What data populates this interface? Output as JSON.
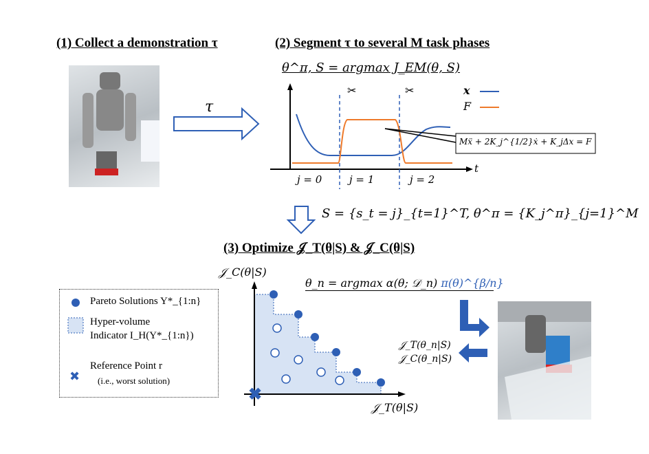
{
  "step1": {
    "title": "(1) Collect a demonstration τ"
  },
  "step2": {
    "title": "(2) Segment τ to several M task phases",
    "objective": "θ^π, S = argmax J_EM(θ, S)"
  },
  "arrow1": {
    "label": "τ"
  },
  "plot1": {
    "legend": [
      "x",
      "F"
    ],
    "axis_t": "t",
    "phases": [
      "j = 0",
      "j = 1",
      "j = 2"
    ],
    "callout": "Mẍ + 2K_j^{1/2}ẋ + K_jΔx = F",
    "colors": {
      "x": "#2e5fb5",
      "F": "#ee7a2b"
    }
  },
  "segment_eq": "S = {s_t = j}_{t=1}^T,  θ^π = {K_j^π}_{j=1}^M",
  "step3": {
    "title": "(3) Optimize 𝒥_T(θ|S) & 𝒥_C(θ|S)",
    "acq": "θ_n = argmax α(θ; 𝒟_n)",
    "acq_prior": "π(θ)^{β/n}"
  },
  "plot2": {
    "ylabel": "𝒥_C(θ|S)",
    "xlabel": "𝒥_T(θ|S)",
    "feedback": [
      "𝒥_T(θ_n|S)",
      "𝒥_C(θ_n|S)"
    ]
  },
  "legend": {
    "pareto": "Pareto Solutions Y*_{1:n}",
    "hv1": "Hyper-volume",
    "hv2": "Indicator I_H(Y*_{1:n})",
    "ref1": "Reference Point r",
    "ref2": "(i.e., worst solution)"
  },
  "colors": {
    "blue": "#2e5fb5",
    "fill": "#d7e3f4",
    "orange": "#ee7a2b"
  }
}
